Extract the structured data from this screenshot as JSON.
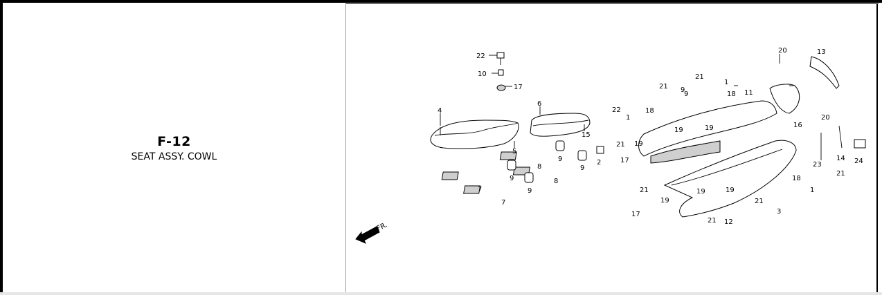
{
  "header": {
    "code": "F-12",
    "title": "SEAT ASSY. COWL"
  },
  "diagram": {
    "direction_label": "FR.",
    "callouts": [
      "22",
      "10",
      "17",
      "4",
      "6",
      "15",
      "5",
      "8",
      "9",
      "9",
      "9",
      "2",
      "7",
      "7",
      "8",
      "9",
      "9",
      "22",
      "1",
      "18",
      "21",
      "9",
      "21",
      "1",
      "18",
      "11",
      "20",
      "13",
      "16",
      "20",
      "21",
      "19",
      "19",
      "19",
      "17",
      "21",
      "19",
      "19",
      "19",
      "12",
      "21",
      "3",
      "17",
      "21",
      "18",
      "1",
      "23",
      "14",
      "21",
      "24"
    ]
  },
  "colors": {
    "border": "#000000",
    "divider": "#9a9a9a",
    "part_fill": "#ffffff",
    "shade": "#cfcfcf"
  }
}
